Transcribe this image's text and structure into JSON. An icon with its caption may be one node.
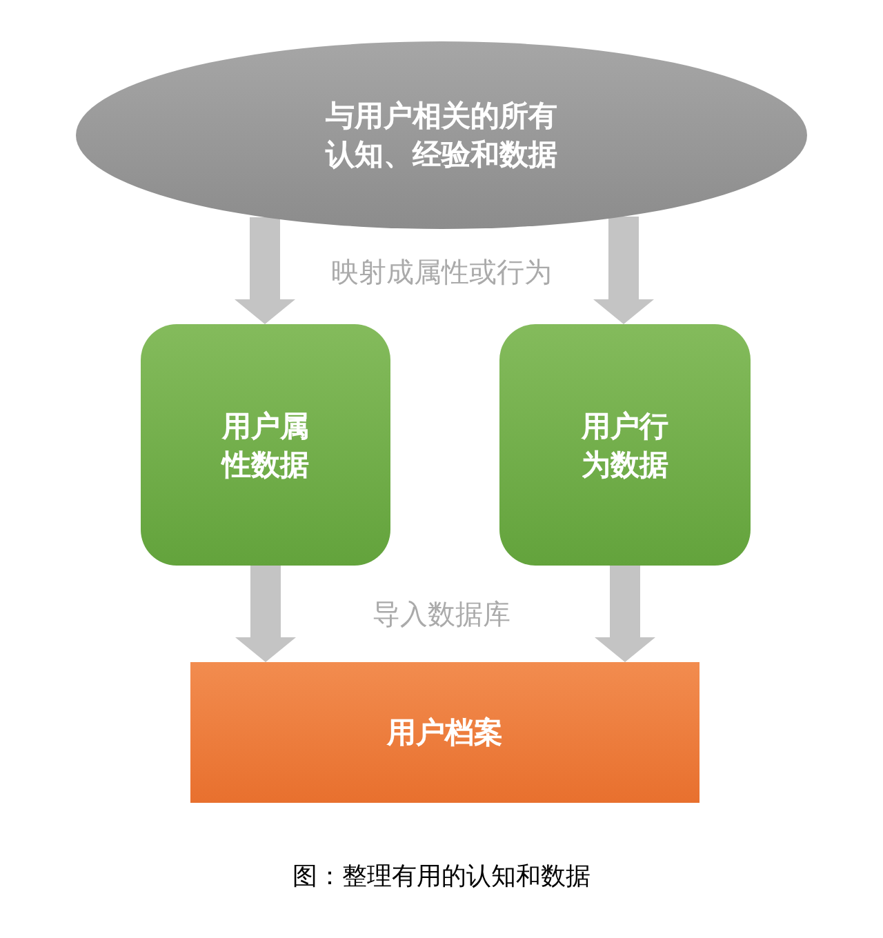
{
  "diagram": {
    "caption": "图：整理有用的认知和数据",
    "nodes": [
      {
        "text": [
          "与用户相关的所有认知、经验和数据"
        ]
      },
      {
        "text": [
          "用户属性数据"
        ]
      },
      {
        "text": [
          "用户行为数据"
        ]
      },
      {
        "text": [
          "用户档案"
        ]
      }
    ],
    "edges": [
      {
        "from": 0,
        "to": 1,
        "arrow": "to"
      },
      {
        "from": 0,
        "to": 2,
        "arrow": "to"
      },
      {
        "from": 1,
        "to": 3,
        "arrow": "to"
      },
      {
        "from": 2,
        "to": 3,
        "arrow": "to"
      }
    ],
    "labels": [
      "映射成属性或行为",
      "导入数据库"
    ]
  }
}
